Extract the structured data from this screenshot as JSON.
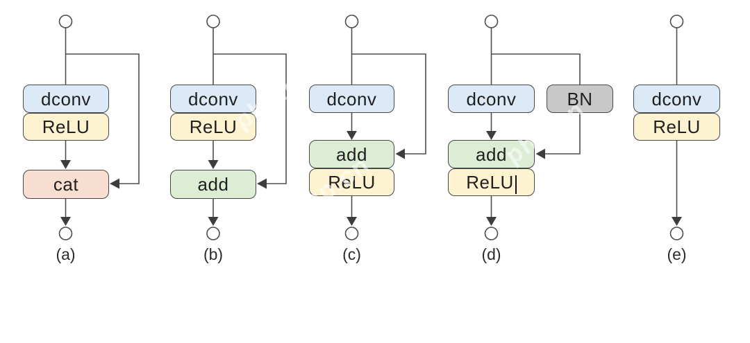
{
  "figure": {
    "watermark": "php.cn",
    "colors": {
      "dconv_fill": "#dce9f6",
      "relu_fill": "#fdf3d0",
      "cat_fill": "#f8ded0",
      "add_fill": "#dcedd4",
      "bn_fill": "#c8c8c8",
      "box_border": "#474747",
      "wire": "#4d4d4d",
      "arrowhead": "#3d3d3d"
    },
    "diagrams": [
      {
        "caption": "(a)",
        "boxes": {
          "dconv": "dconv",
          "relu": "ReLU",
          "merge": "cat"
        }
      },
      {
        "caption": "(b)",
        "boxes": {
          "dconv": "dconv",
          "relu": "ReLU",
          "merge": "add"
        }
      },
      {
        "caption": "(c)",
        "boxes": {
          "dconv": "dconv",
          "merge": "add",
          "relu": "ReLU"
        }
      },
      {
        "caption": "(d)",
        "boxes": {
          "dconv": "dconv",
          "bn": "BN",
          "merge": "add",
          "relu": "ReLU"
        }
      },
      {
        "caption": "(e)",
        "boxes": {
          "dconv": "dconv",
          "relu": "ReLU"
        }
      }
    ]
  }
}
